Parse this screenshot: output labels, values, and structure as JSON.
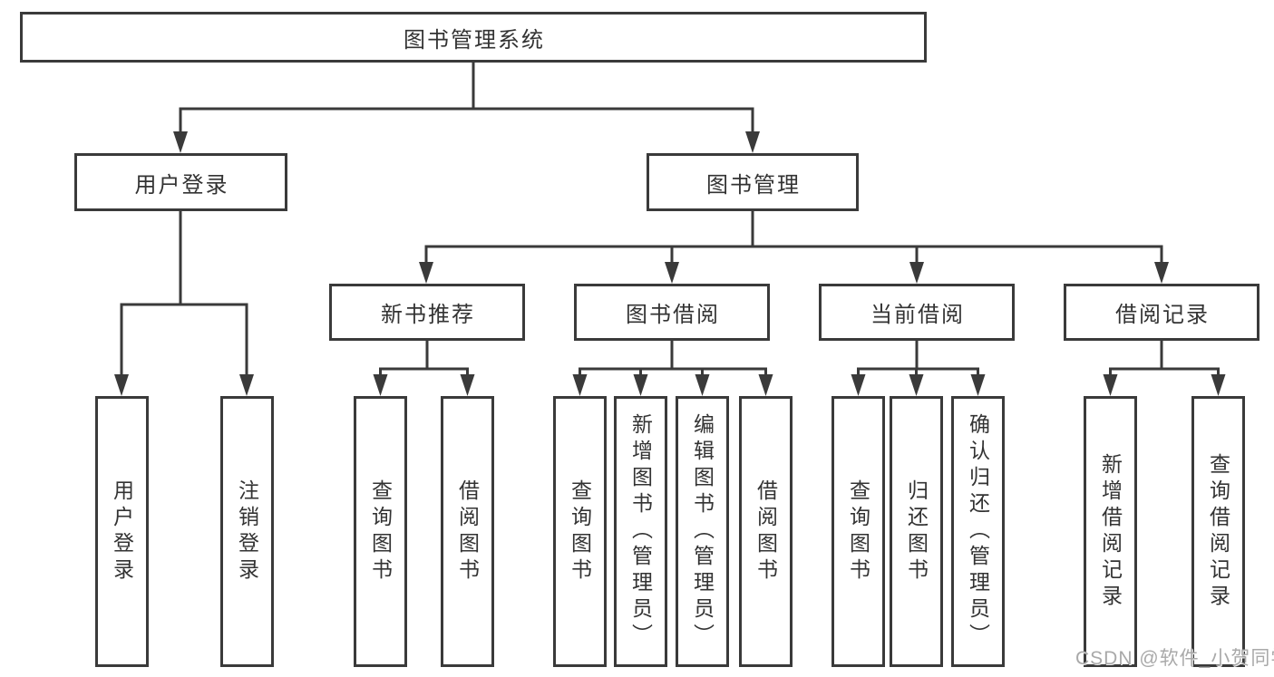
{
  "diagram": {
    "watermark": "CSDN @软件_小贺同学",
    "colors": {
      "line": "#3a3a3a",
      "text": "#333333",
      "background": "#ffffff",
      "watermark": "#a9a9a9"
    },
    "tree": {
      "label": "图书管理系统",
      "children": [
        {
          "label": "用户登录",
          "children": [
            {
              "label": "用户登录"
            },
            {
              "label": "注销登录"
            }
          ]
        },
        {
          "label": "图书管理",
          "children": [
            {
              "label": "新书推荐",
              "children": [
                {
                  "label": "查询图书"
                },
                {
                  "label": "借阅图书"
                }
              ]
            },
            {
              "label": "图书借阅",
              "children": [
                {
                  "label": "查询图书"
                },
                {
                  "label": "新增图书（管理员）"
                },
                {
                  "label": "编辑图书（管理员）"
                },
                {
                  "label": "借阅图书"
                }
              ]
            },
            {
              "label": "当前借阅",
              "children": [
                {
                  "label": "查询图书"
                },
                {
                  "label": "归还图书"
                },
                {
                  "label": "确认归还（管理员）"
                }
              ]
            },
            {
              "label": "借阅记录",
              "children": [
                {
                  "label": "新增借阅记录"
                },
                {
                  "label": "查询借阅记录"
                }
              ]
            }
          ]
        }
      ]
    }
  }
}
